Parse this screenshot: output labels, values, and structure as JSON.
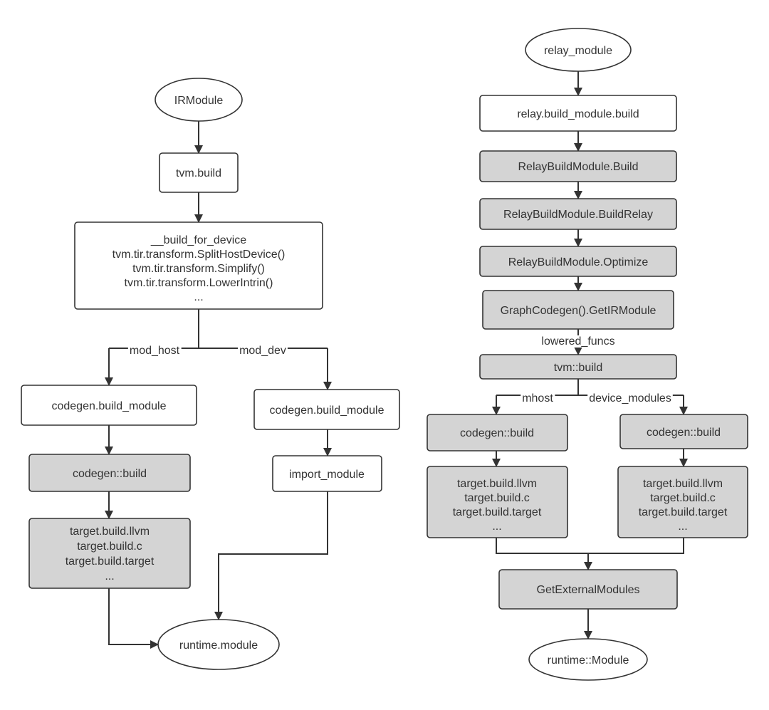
{
  "colors": {
    "background": "#ffffff",
    "node_fill": "#ffffff",
    "shaded_fill": "#d4d4d4",
    "stroke": "#333333",
    "edge": "#333333",
    "text": "#333333"
  },
  "left": {
    "start": "IRModule",
    "tvm_build": "tvm.build",
    "build_for_device": [
      "__build_for_device",
      "tvm.tir.transform.SplitHostDevice()",
      "tvm.tir.transform.Simplify()",
      "tvm.tir.transform.LowerIntrin()",
      "..."
    ],
    "edge_mod_host": "mod_host",
    "edge_mod_dev": "mod_dev",
    "host_codegen_build_module": "codegen.build_module",
    "dev_codegen_build_module": "codegen.build_module",
    "codegen_build": "codegen::build",
    "targets": [
      "target.build.llvm",
      "target.build.c",
      "target.build.target",
      "..."
    ],
    "import_module": "import_module",
    "end": "runtime.module"
  },
  "right": {
    "start": "relay_module",
    "relay_build": "relay.build_module.build",
    "relay_build_module_build": "RelayBuildModule.Build",
    "relay_build_module_build_relay": "RelayBuildModule.BuildRelay",
    "relay_build_module_optimize": "RelayBuildModule.Optimize",
    "graph_codegen_get_ir_module": "GraphCodegen().GetIRModule",
    "edge_lowered_funcs": "lowered_funcs",
    "tvm_build": "tvm::build",
    "edge_mhost": "mhost",
    "edge_device_modules": "device_modules",
    "host_codegen_build": "codegen::build",
    "dev_codegen_build": "codegen::build",
    "host_targets": [
      "target.build.llvm",
      "target.build.c",
      "target.build.target",
      "..."
    ],
    "dev_targets": [
      "target.build.llvm",
      "target.build.c",
      "target.build.target",
      "..."
    ],
    "get_external_modules": "GetExternalModules",
    "end": "runtime::Module"
  }
}
